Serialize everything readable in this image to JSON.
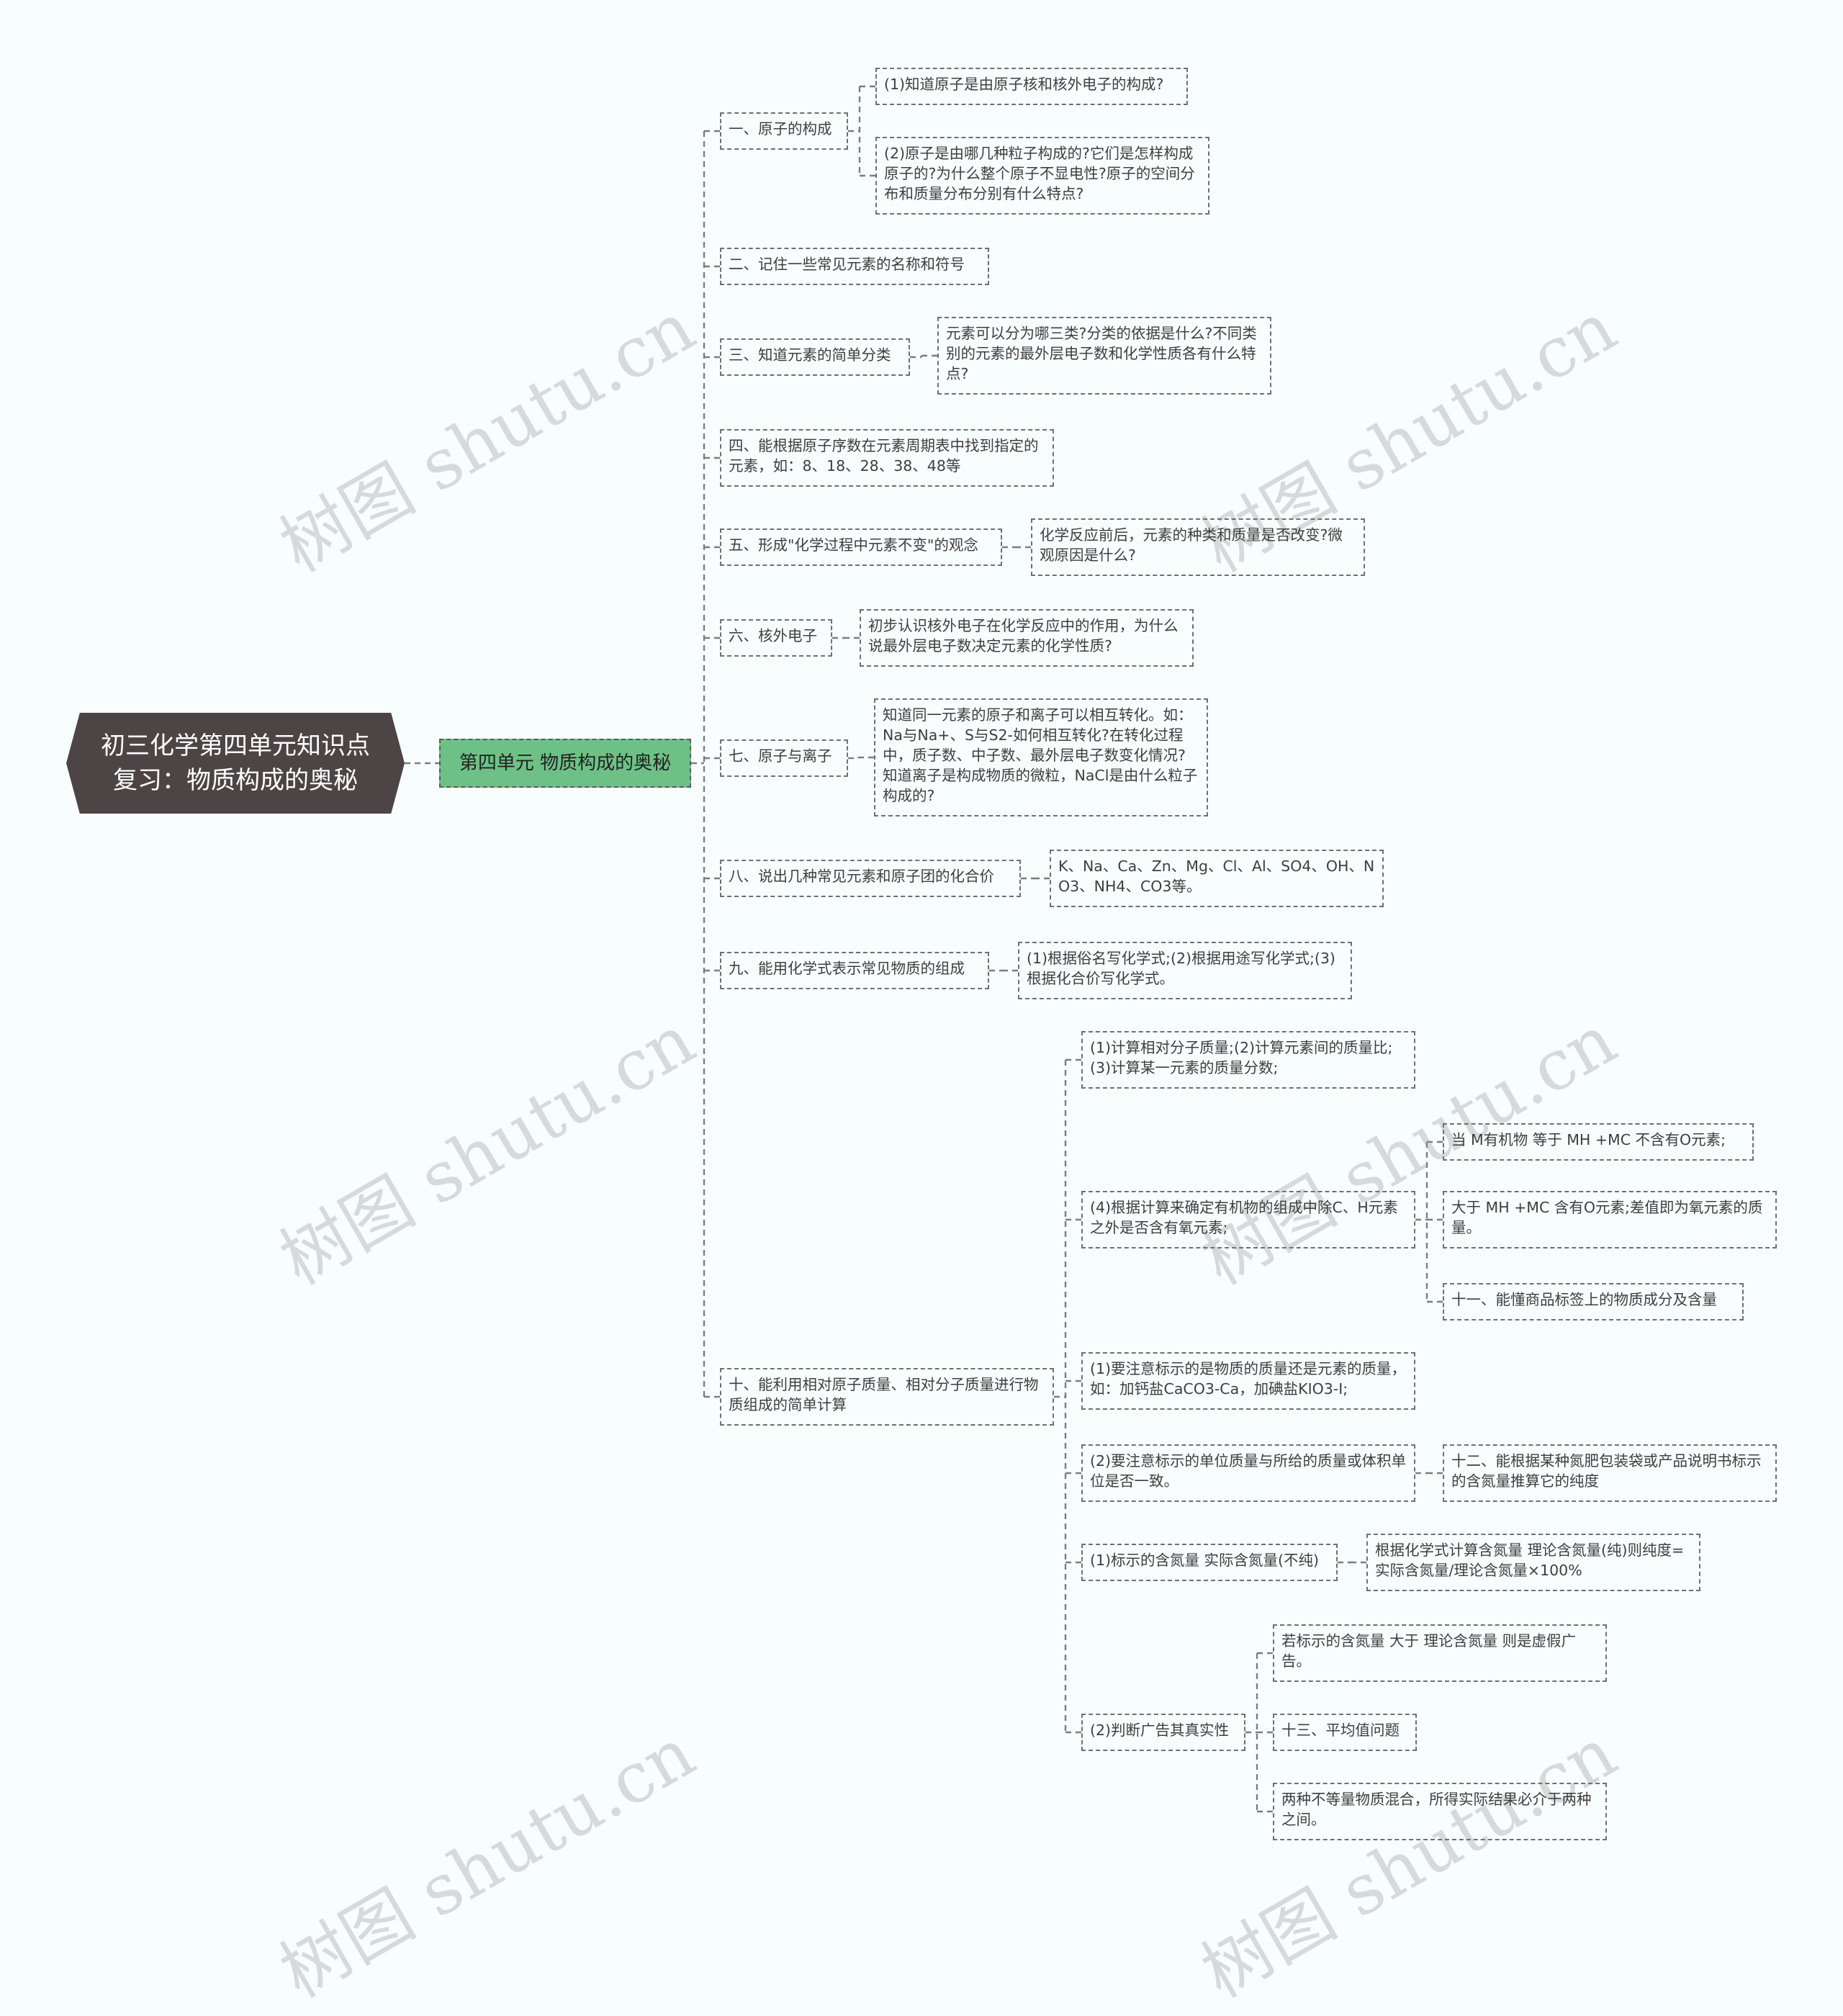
{
  "root": {
    "label": "初三化学第四单元知识点\n复习：物质构成的奥秘"
  },
  "unit": {
    "label": "第四单元 物质构成的奥秘"
  },
  "watermark": "树图 shutu.cn",
  "topics": [
    {
      "label": "一、原子的构成",
      "details": [
        "(1)知道原子是由原子核和核外电子的构成?",
        "(2)原子是由哪几种粒子构成的?它们是怎样构成原子的?为什么整个原子不显电性?原子的空间分布和质量分布分别有什么特点?"
      ]
    },
    {
      "label": "二、记住一些常见元素的名称和符号"
    },
    {
      "label": "三、知道元素的简单分类",
      "details": [
        "元素可以分为哪三类?分类的依据是什么?不同类别的元素的最外层电子数和化学性质各有什么特点?"
      ]
    },
    {
      "label": "四、能根据原子序数在元素周期表中找到指定的元素，如：8、18、28、38、48等"
    },
    {
      "label": "五、形成\"化学过程中元素不变\"的观念",
      "details": [
        "化学反应前后，元素的种类和质量是否改变?微观原因是什么?"
      ]
    },
    {
      "label": "六、核外电子",
      "details": [
        "初步认识核外电子在化学反应中的作用，为什么说最外层电子数决定元素的化学性质?"
      ]
    },
    {
      "label": "七、原子与离子",
      "details": [
        "知道同一元素的原子和离子可以相互转化。如：Na与Na+、S与S2-如何相互转化?在转化过程中，质子数、中子数、最外层电子数变化情况?知道离子是构成物质的微粒，NaCl是由什么粒子构成的?"
      ]
    },
    {
      "label": "八、说出几种常见元素和原子团的化合价",
      "details": [
        "K、Na、Ca、Zn、Mg、Cl、Al、SO4、OH、NO3、NH4、CO3等。"
      ]
    },
    {
      "label": "九、能用化学式表示常见物质的组成",
      "details": [
        "(1)根据俗名写化学式;(2)根据用途写化学式;(3)根据化合价写化学式。"
      ]
    },
    {
      "label": "十、能利用相对原子质量、相对分子质量进行物质组成的简单计算",
      "subs": [
        {
          "label": "(1)计算相对分子质量;(2)计算元素间的质量比;(3)计算某一元素的质量分数;"
        },
        {
          "label": "(4)根据计算来确定有机物的组成中除C、H元素之外是否含有氧元素;",
          "children": [
            "当 M有机物 等于 MH +MC 不含有O元素;",
            "大于 MH +MC 含有O元素;差值即为氧元素的质量。",
            "十一、能懂商品标签上的物质成分及含量"
          ]
        },
        {
          "label": "(1)要注意标示的是物质的质量还是元素的质量，如：加钙盐CaCO3-Ca，加碘盐KIO3-I;"
        },
        {
          "label": "(2)要注意标示的单位质量与所给的质量或体积单位是否一致。",
          "children": [
            "十二、能根据某种氮肥包装袋或产品说明书标示的含氮量推算它的纯度"
          ]
        },
        {
          "label": "(1)标示的含氮量 实际含氮量(不纯)",
          "children": [
            "根据化学式计算含氮量 理论含氮量(纯)则纯度=实际含氮量/理论含氮量×100%"
          ]
        },
        {
          "label": "(2)判断广告其真实性",
          "children": [
            "若标示的含氮量 大于 理论含氮量 则是虚假广告。",
            "十三、平均值问题",
            "两种不等量物质混合，所得实际结果必介于两种之间。"
          ]
        }
      ]
    }
  ]
}
